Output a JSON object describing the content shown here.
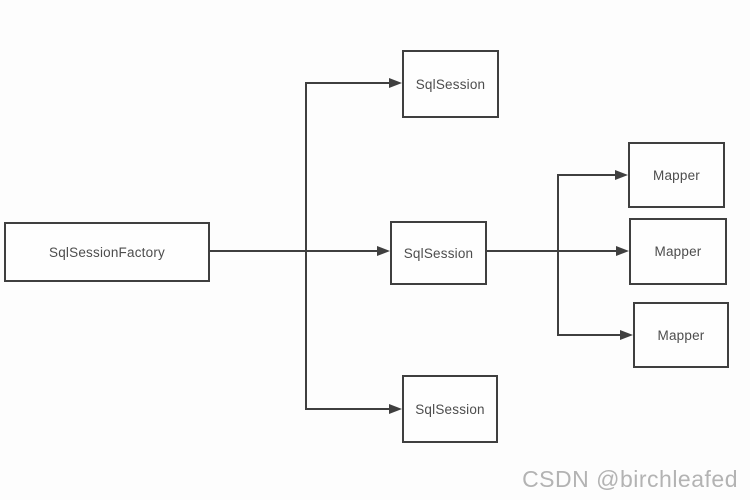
{
  "diagram": {
    "nodes": [
      {
        "id": "sqlsessionfactory",
        "label": "SqlSessionFactory"
      },
      {
        "id": "sqlsession-top",
        "label": "SqlSession"
      },
      {
        "id": "sqlsession-middle",
        "label": "SqlSession"
      },
      {
        "id": "sqlsession-bottom",
        "label": "SqlSession"
      },
      {
        "id": "mapper-top",
        "label": "Mapper"
      },
      {
        "id": "mapper-middle",
        "label": "Mapper"
      },
      {
        "id": "mapper-bottom",
        "label": "Mapper"
      }
    ],
    "edges": [
      {
        "from": "sqlsessionfactory",
        "to": "sqlsession-top"
      },
      {
        "from": "sqlsessionfactory",
        "to": "sqlsession-middle"
      },
      {
        "from": "sqlsessionfactory",
        "to": "sqlsession-bottom"
      },
      {
        "from": "sqlsession-middle",
        "to": "mapper-top"
      },
      {
        "from": "sqlsession-middle",
        "to": "mapper-middle"
      },
      {
        "from": "sqlsession-middle",
        "to": "mapper-bottom"
      }
    ],
    "colors": {
      "line": "#3f3f3f",
      "node_border": "#3f3f3f",
      "node_fill": "#fefefe",
      "node_text": "#4d4d4d",
      "background": "#fdfdfd",
      "watermark": "#b3b3b3"
    }
  },
  "watermark": {
    "text": "CSDN @birchleafed"
  }
}
